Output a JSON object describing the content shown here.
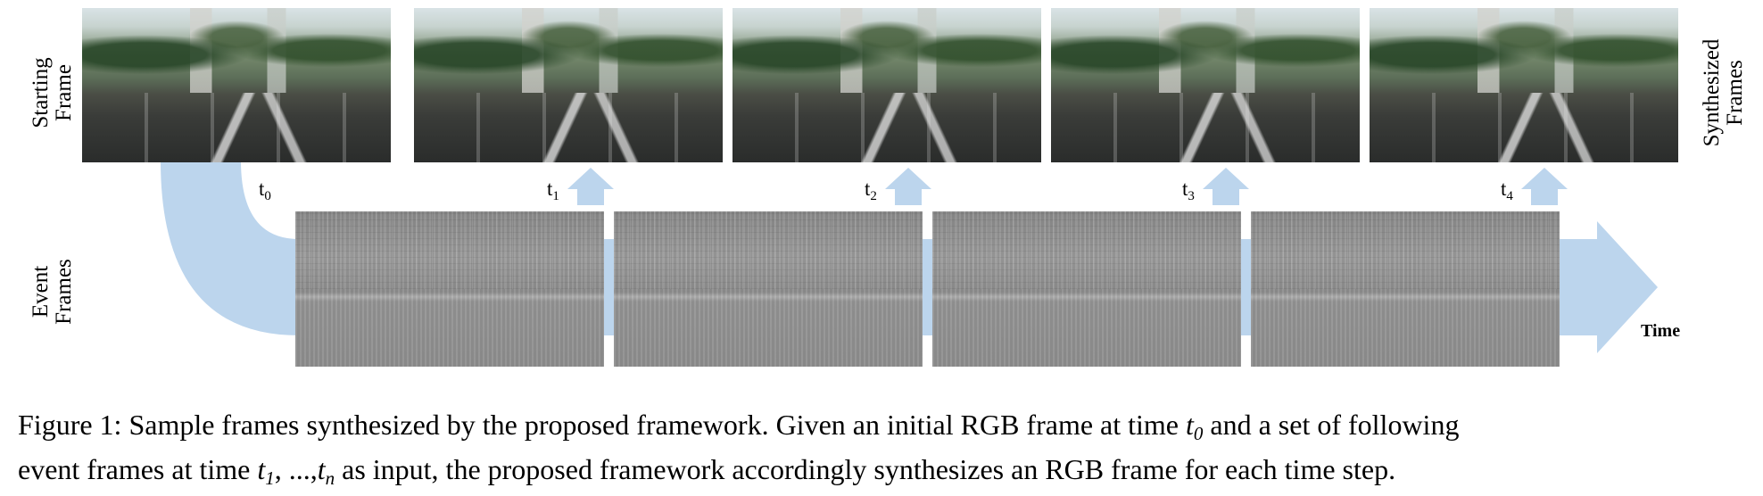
{
  "figure": {
    "labels": {
      "starting": [
        "Starting",
        "Frame"
      ],
      "synthesized": [
        "Synthesized",
        "Frames"
      ],
      "event": [
        "Event",
        "Frames"
      ],
      "time": "Time"
    },
    "time_steps": [
      {
        "base": "t",
        "sub": "0"
      },
      {
        "base": "t",
        "sub": "1"
      },
      {
        "base": "t",
        "sub": "2"
      },
      {
        "base": "t",
        "sub": "3"
      },
      {
        "base": "t",
        "sub": "4"
      }
    ],
    "colors": {
      "arrow": "#bcd5ed",
      "event_gray": "#8f8f8f"
    }
  },
  "caption": {
    "prefix": "Figure 1:",
    "part1": "Sample frames synthesized by the proposed framework. Given an initial RGB frame at time",
    "t0_base": "t",
    "t0_sub": "0",
    "part2": "and a set of following",
    "part3": "event frames at time",
    "t1_base": "t",
    "t1_sub": "1",
    "ellipsis": ", ...,",
    "tn_base": "t",
    "tn_sub": "n",
    "part4": "as input, the proposed framework accordingly synthesizes an RGB frame for each time step."
  }
}
